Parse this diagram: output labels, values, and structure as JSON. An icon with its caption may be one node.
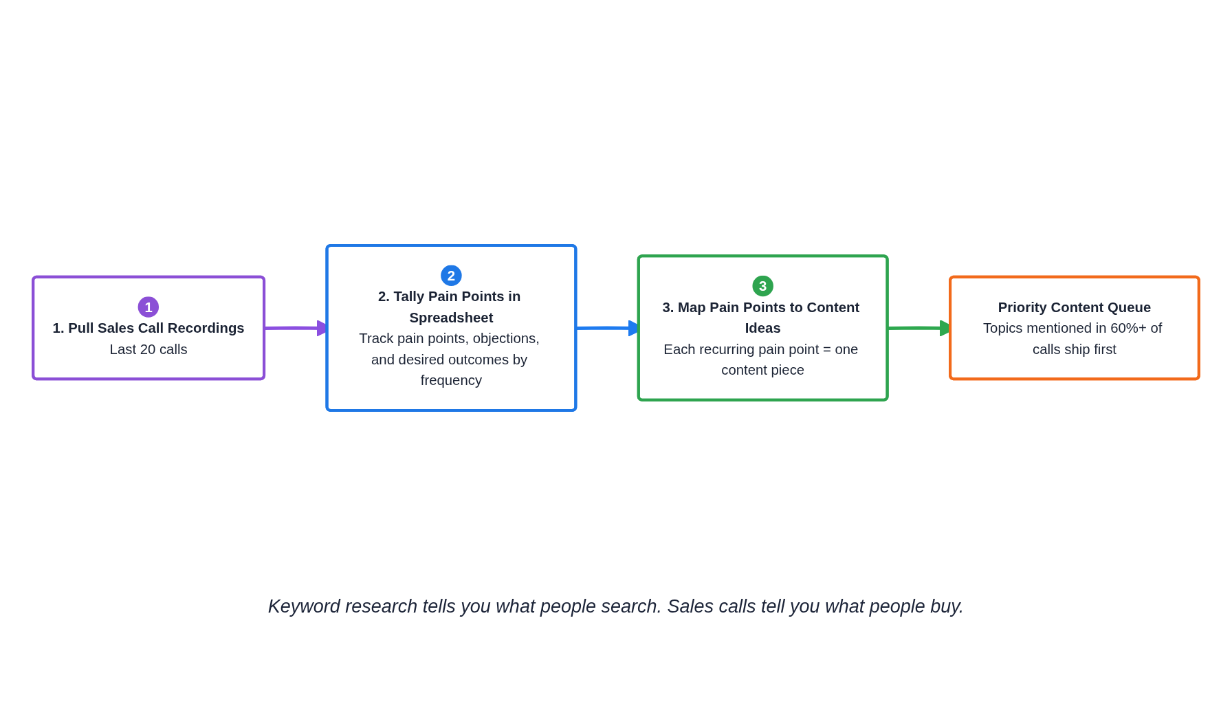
{
  "diagram": {
    "caption": "Keyword research tells you what people search. Sales calls tell you what people buy.",
    "nodes": [
      {
        "text": [
          "1",
          "1. Pull Sales Call Recordings",
          "Last 20 calls"
        ]
      },
      {
        "text": [
          "2",
          "2. Tally Pain Points in Spreadsheet",
          "Track pain points, objections, and desired outcomes by frequency"
        ]
      },
      {
        "text": [
          "3",
          "3. Map Pain Points to Content Ideas",
          "Each recurring pain point = one content piece"
        ]
      },
      {
        "text": [
          "Priority Content Queue",
          "Topics mentioned in 60%+ of calls ship first"
        ]
      }
    ],
    "edges": [
      {
        "from": 0,
        "to": 1,
        "arrow": "to",
        "color": "#8b4fe0"
      },
      {
        "from": 1,
        "to": 2,
        "arrow": "to",
        "color": "#1e7bf0"
      },
      {
        "from": 2,
        "to": 3,
        "arrow": "to",
        "color": "#2ea84f"
      }
    ]
  }
}
